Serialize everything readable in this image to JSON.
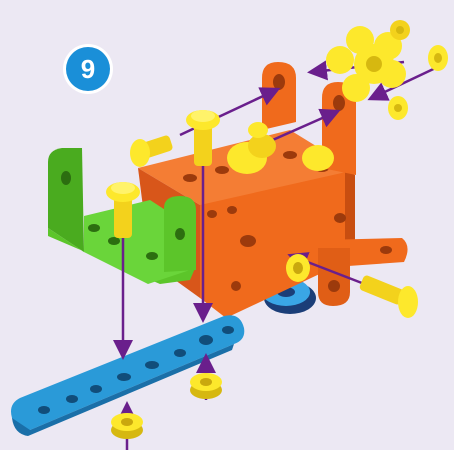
{
  "step": {
    "number": "9"
  },
  "colors": {
    "background": "#ece8f3",
    "badge": "#1a8fd8",
    "bracket_orange": "#f06a1c",
    "bracket_green": "#5cc52a",
    "bracket_blue": "#2a9ad8",
    "bolt_yellow": "#fde82c",
    "arrow_purple": "#6a1f8c"
  },
  "icons": {
    "badge": "step-number-badge",
    "parts": [
      "orange-block-bracket",
      "green-u-bracket",
      "blue-strip-bracket",
      "yellow-bolt",
      "yellow-nut",
      "yellow-washer",
      "purple-direction-arrow",
      "blue-wheel"
    ]
  }
}
